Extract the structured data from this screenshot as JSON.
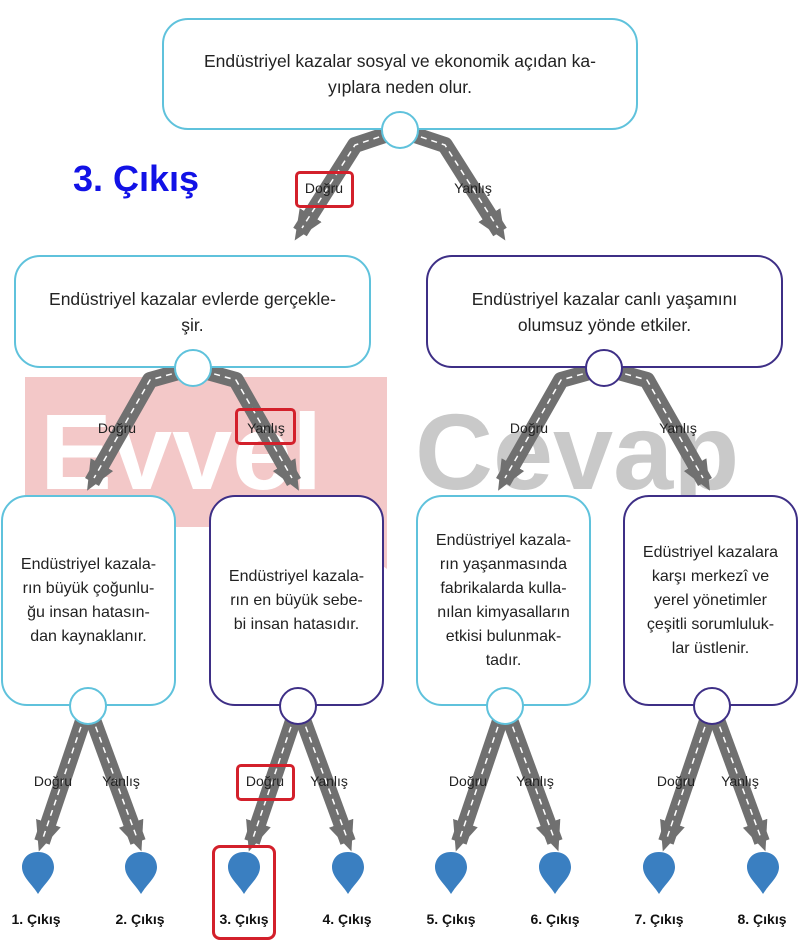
{
  "colors": {
    "cyan_border": "#5fc2dc",
    "purple_border": "#3e2f86",
    "road": "#707070",
    "highlight": "#d3202b",
    "title": "#1212e6",
    "pin": "#3a7fc1"
  },
  "title": "3. Çıkış",
  "watermark": {
    "left": "Evvel",
    "right": "Cevap"
  },
  "boxes": {
    "root": "Endüstriyel kazalar sosyal ve ekonomik açıdan ka-\nyıplara neden olur.",
    "l1": "Endüstriyel kazalar evlerde gerçekle-\nşir.",
    "r1": "Endüstriyel kazalar canlı yaşamını\nolumsuz yönde etkiler.",
    "ll": "Endüstriyel kazala-\nrın büyük çoğunlu-\nğu insan hatasın-\ndan kaynaklanır.",
    "lr": "Endüstriyel kazala-\nrın en büyük sebe-\nbi insan hatasıdır.",
    "rl": "Endüstriyel kazala-\nrın yaşanmasında\nfabrikalarda kulla-\nnılan kimyasalların\netkisi bulunmak-\ntadır.",
    "rr": "Edüstriyel kazalara\nkarşı merkezî ve\nyerel yönetimler\nçeşitli sorumluluk-\nlar üstlenir."
  },
  "branch_labels": {
    "true": "Doğru",
    "false": "Yanlış"
  },
  "outputs": [
    "1. Çıkış",
    "2. Çıkış",
    "3. Çıkış",
    "4. Çıkış",
    "5. Çıkış",
    "6. Çıkış",
    "7. Çıkış",
    "8. Çıkış"
  ],
  "highlighted": [
    "root-true",
    "l1-false",
    "lr-true",
    "output-3"
  ]
}
